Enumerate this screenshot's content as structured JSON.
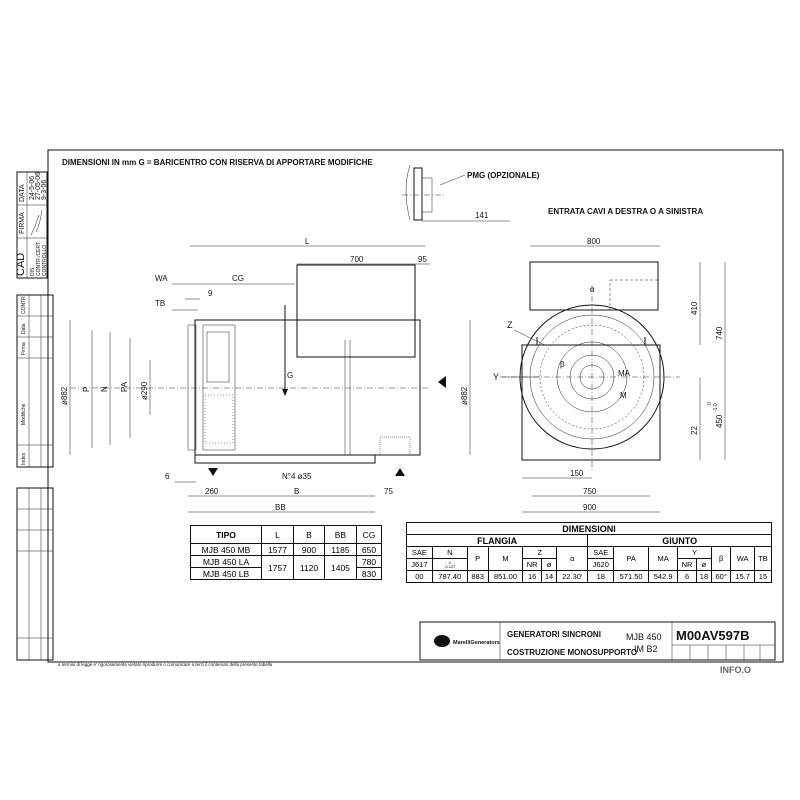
{
  "header_note": "DIMENSIONI IN mm  G =  BARICENTRO    CON RISERVA DI APPORTARE MODIFICHE",
  "pmg_label": "PMG (OPZIONALE)",
  "cable_entry": "ENTRATA CAVI A DESTRA O A SINISTRA",
  "side_view": {
    "L": "L",
    "d700": "700",
    "d95": "95",
    "WA": "WA",
    "CG": "CG",
    "d9": "9",
    "TB": "TB",
    "d141": "141",
    "dia882": "ø882",
    "P": "P",
    "N": "N",
    "PA": "PA",
    "dia290": "ø290",
    "G": "G",
    "d6": "6",
    "d260": "260",
    "holes": "N°4  ø35",
    "B": "B",
    "d75": "75",
    "BB": "BB",
    "dia882_right": "ø882"
  },
  "front_view": {
    "d800": "800",
    "d410": "410",
    "d740": "740",
    "Z": "Z",
    "Y": "Y",
    "alpha": "α",
    "beta": "β",
    "MA": "MA",
    "M": "M",
    "d22": "22",
    "d450": "450",
    "tol_upper": "0",
    "tol_lower": "-1.0",
    "d150": "150",
    "d750": "750",
    "d900": "900"
  },
  "type_table": {
    "headers": [
      "TIPO",
      "L",
      "B",
      "BB",
      "CG"
    ],
    "rows": [
      {
        "tipo": "MJB  450  MB",
        "L": "1577",
        "B": "900",
        "BB": "1185",
        "CG": "650"
      },
      {
        "tipo": "MJB  450  LA",
        "L": "1757",
        "B": "1120",
        "BB": "1405",
        "CG": "780"
      },
      {
        "tipo": "MJB  450  LB",
        "CG": "830"
      }
    ]
  },
  "dim_table": {
    "title": "DIMENSIONI",
    "flangia": "FLANGIA",
    "giunto": "GIUNTO",
    "h": [
      "SAE",
      "N",
      "P",
      "M",
      "Z",
      "α",
      "SAE",
      "PA",
      "MA",
      "Y",
      "β",
      "WA",
      "TB"
    ],
    "h2": [
      "J617",
      "0",
      "-0.127",
      "NR",
      "ø",
      "J620",
      "NR",
      "ø"
    ],
    "values": [
      "00",
      "787.40",
      "883",
      "851.00",
      "16",
      "14",
      "22.30'",
      "18",
      "571.50",
      "542.9",
      "6",
      "18",
      "60°",
      "15.7",
      "15"
    ]
  },
  "title_block": {
    "brand": "MarelliGenerators",
    "line1": "GENERATORI SINCRONI",
    "line2": "COSTRUZIONE MONOSUPPORTO",
    "model": "MJB  450",
    "mount": "IM  B2",
    "code": "M00AV597B"
  },
  "footer_note": "a termini di legge e' rigorosamente vietato riprodurre o comunicare a terzi il contenuto della presente tabella",
  "watermark": "INFO.O",
  "revision_block": {
    "cad": "CAD",
    "data": "DATA",
    "firma": "FIRMA",
    "dis": "DIS.",
    "contr": "CONTR./CERT.",
    "controllo": "CONTROLLO",
    "dates": [
      "24-5-06",
      "27-05-06",
      "9-3-06"
    ]
  },
  "side_strip": {
    "labels": [
      "Index",
      "Modifiche",
      "Firma",
      "Data",
      "CONTR"
    ]
  }
}
